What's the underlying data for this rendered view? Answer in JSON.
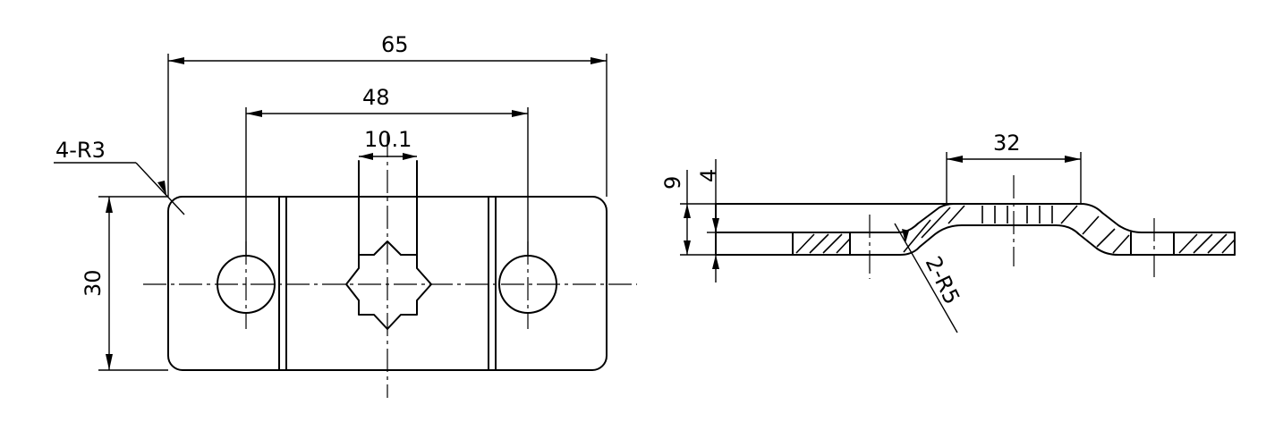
{
  "dimensions": {
    "overall_length": "65",
    "hole_spacing": "48",
    "slot_width": "10.1",
    "height": "30",
    "corner_radius": "4-R3",
    "bend_radius": "2-R5",
    "raised_length": "32",
    "total_height": "9",
    "thickness": "4"
  }
}
